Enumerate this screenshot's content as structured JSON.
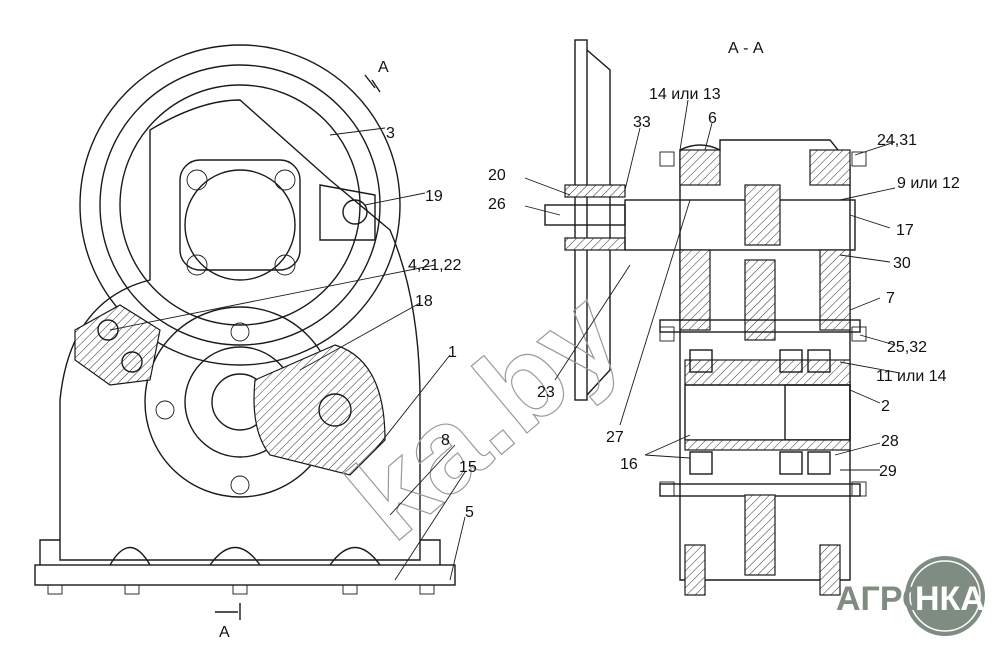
{
  "title": "А - А",
  "section_marks": {
    "top": "А",
    "bottom": "А"
  },
  "callouts_left": [
    "3",
    "19",
    "4,21,22",
    "18",
    "1",
    "8",
    "15",
    "5"
  ],
  "callouts_right": [
    "14 или 13",
    "6",
    "33",
    "24,31",
    "20",
    "9 или 12",
    "26",
    "17",
    "30",
    "7",
    "25,32",
    "11 или 14",
    "2",
    "23",
    "27",
    "16",
    "28",
    "29"
  ],
  "watermark": "ka.by",
  "logo": {
    "left": "АГРО",
    "right": "НКА",
    "color": "#7e8c82"
  }
}
